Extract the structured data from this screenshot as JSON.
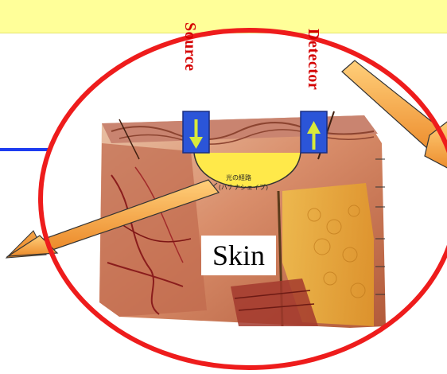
{
  "diagram": {
    "source_label": "Source",
    "detector_label": "Detector",
    "skin_label": "Skin",
    "photo_caption_line1": "光の経路",
    "photo_caption_line2": "(バナナシェイプ)"
  },
  "colors": {
    "circle_outline": "#ee1c1c",
    "label_red": "#d40000",
    "probe_blue": "#2b55d8",
    "probe_arrow": "#d8ea3a",
    "banana_path": "#ffe94a",
    "orange_arrow": "#f4a13c",
    "blue_line": "#1e3cf0",
    "top_band": "#ffff99"
  },
  "icons": {
    "source_arrow": "arrow-down-icon",
    "detector_arrow": "arrow-up-icon"
  }
}
